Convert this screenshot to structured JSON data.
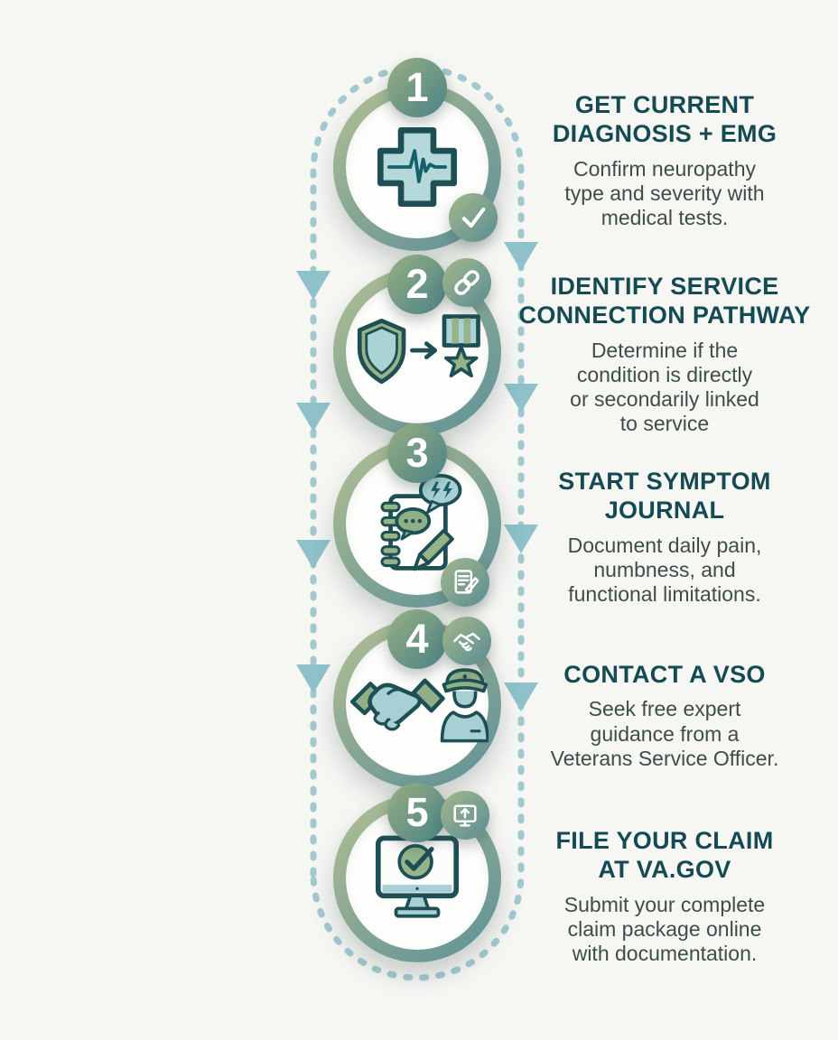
{
  "palette": {
    "background": "#f6f6f3",
    "heading_text": "#144a54",
    "body_text": "#3d4e48",
    "ring_gradient_start": "#b2c193",
    "ring_gradient_end": "#5c9099",
    "badge_gradient_start": "#93ad81",
    "badge_gradient_end": "#4e8487",
    "dash_line": "#a2c9d0",
    "arrow_fill": "#8ec1ca",
    "icon_outline": "#1d4f54",
    "icon_teal_fill": "#b5d8da",
    "icon_sage_fill": "#97b489"
  },
  "steps": [
    {
      "number": "1",
      "title": "GET CURRENT\nDIAGNOSIS + EMG",
      "description": "Confirm neuropathy\ntype and severity with\nmedical tests.",
      "main_icon": "medical-cross-ekg-icon",
      "badge_icon": "checkmark-icon"
    },
    {
      "number": "2",
      "title": "IDENTIFY SERVICE\nCONNECTION PATHWAY",
      "description": "Determine if the\ncondition is directly\nor secondarily linked\nto service",
      "main_icon": "shield-to-medal-icon",
      "badge_icon": "chain-link-icon"
    },
    {
      "number": "3",
      "title": "START SYMPTOM\nJOURNAL",
      "description": "Document daily pain,\nnumbness, and\nfunctional limitations.",
      "main_icon": "journal-speech-pen-icon",
      "badge_icon": "notepad-pen-icon"
    },
    {
      "number": "4",
      "title": "CONTACT A VSO",
      "description": "Seek free expert\nguidance from a\nVeterans Service Officer.",
      "main_icon": "handshake-officer-icon",
      "badge_icon": "handshake-icon"
    },
    {
      "number": "5",
      "title": "FILE YOUR CLAIM\nAT VA.GOV",
      "description": "Submit your complete\nclaim package online\nwith documentation.",
      "main_icon": "monitor-checkmark-icon",
      "badge_icon": "monitor-upload-icon"
    }
  ]
}
